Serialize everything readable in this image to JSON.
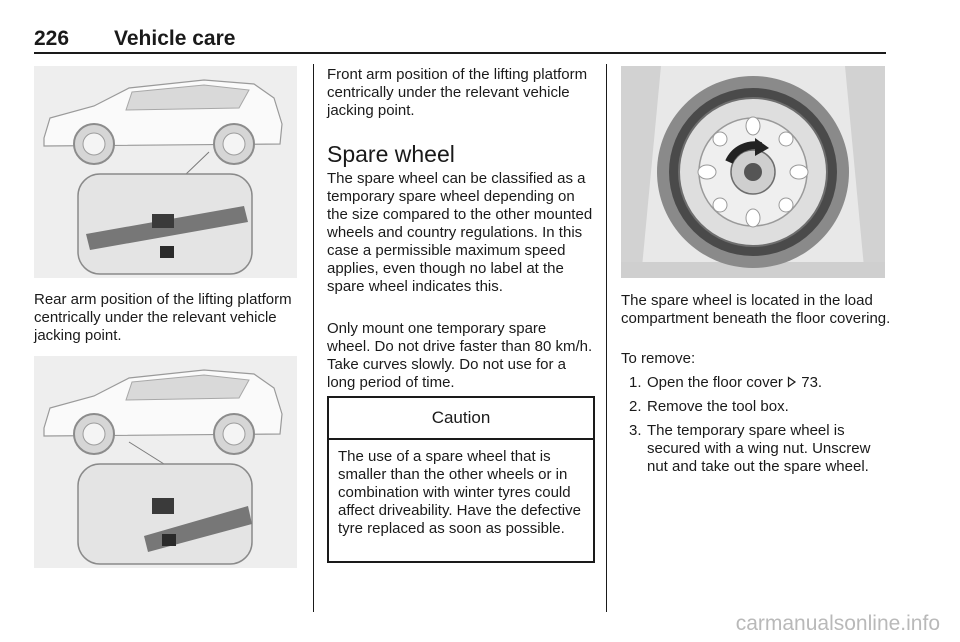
{
  "header": {
    "page_number": "226",
    "title": "Vehicle care"
  },
  "left": {
    "caption_rear": "Rear arm position of the lifting platform centrically under the relevant vehicle jacking point."
  },
  "middle": {
    "intro": "Front arm position of the lifting platform centrically under the relevant vehicle jacking point.",
    "heading": "Spare wheel",
    "para1": "The spare wheel can be classified as a temporary spare wheel depending on the size compared to the other mounted wheels and country regulations. In this case a permissible maximum speed applies, even though no label at the spare wheel indicates this.",
    "para2": "Only mount one temporary spare wheel. Do not drive faster than 80 km/h. Take curves slowly. Do not use for a long period of time.",
    "caution": {
      "title": "Caution",
      "text": "The use of a spare wheel that is smaller than the other wheels or in combination with winter tyres could affect driveability. Have the defective tyre replaced as soon as possible."
    }
  },
  "right": {
    "para1": "The spare wheel is located in the load compartment beneath the floor covering.",
    "to_remove": "To remove:",
    "steps": [
      {
        "num": "1.",
        "text_before": "Open the floor cover ",
        "ref_icon": "page-reference-arrow-icon",
        "text_after": " 73."
      },
      {
        "num": "2.",
        "text": "Remove the tool box."
      },
      {
        "num": "3.",
        "text": "The temporary spare wheel is secured with a wing nut. Unscrew nut and take out the spare wheel."
      }
    ]
  },
  "watermark": "carmanualsonline.info"
}
